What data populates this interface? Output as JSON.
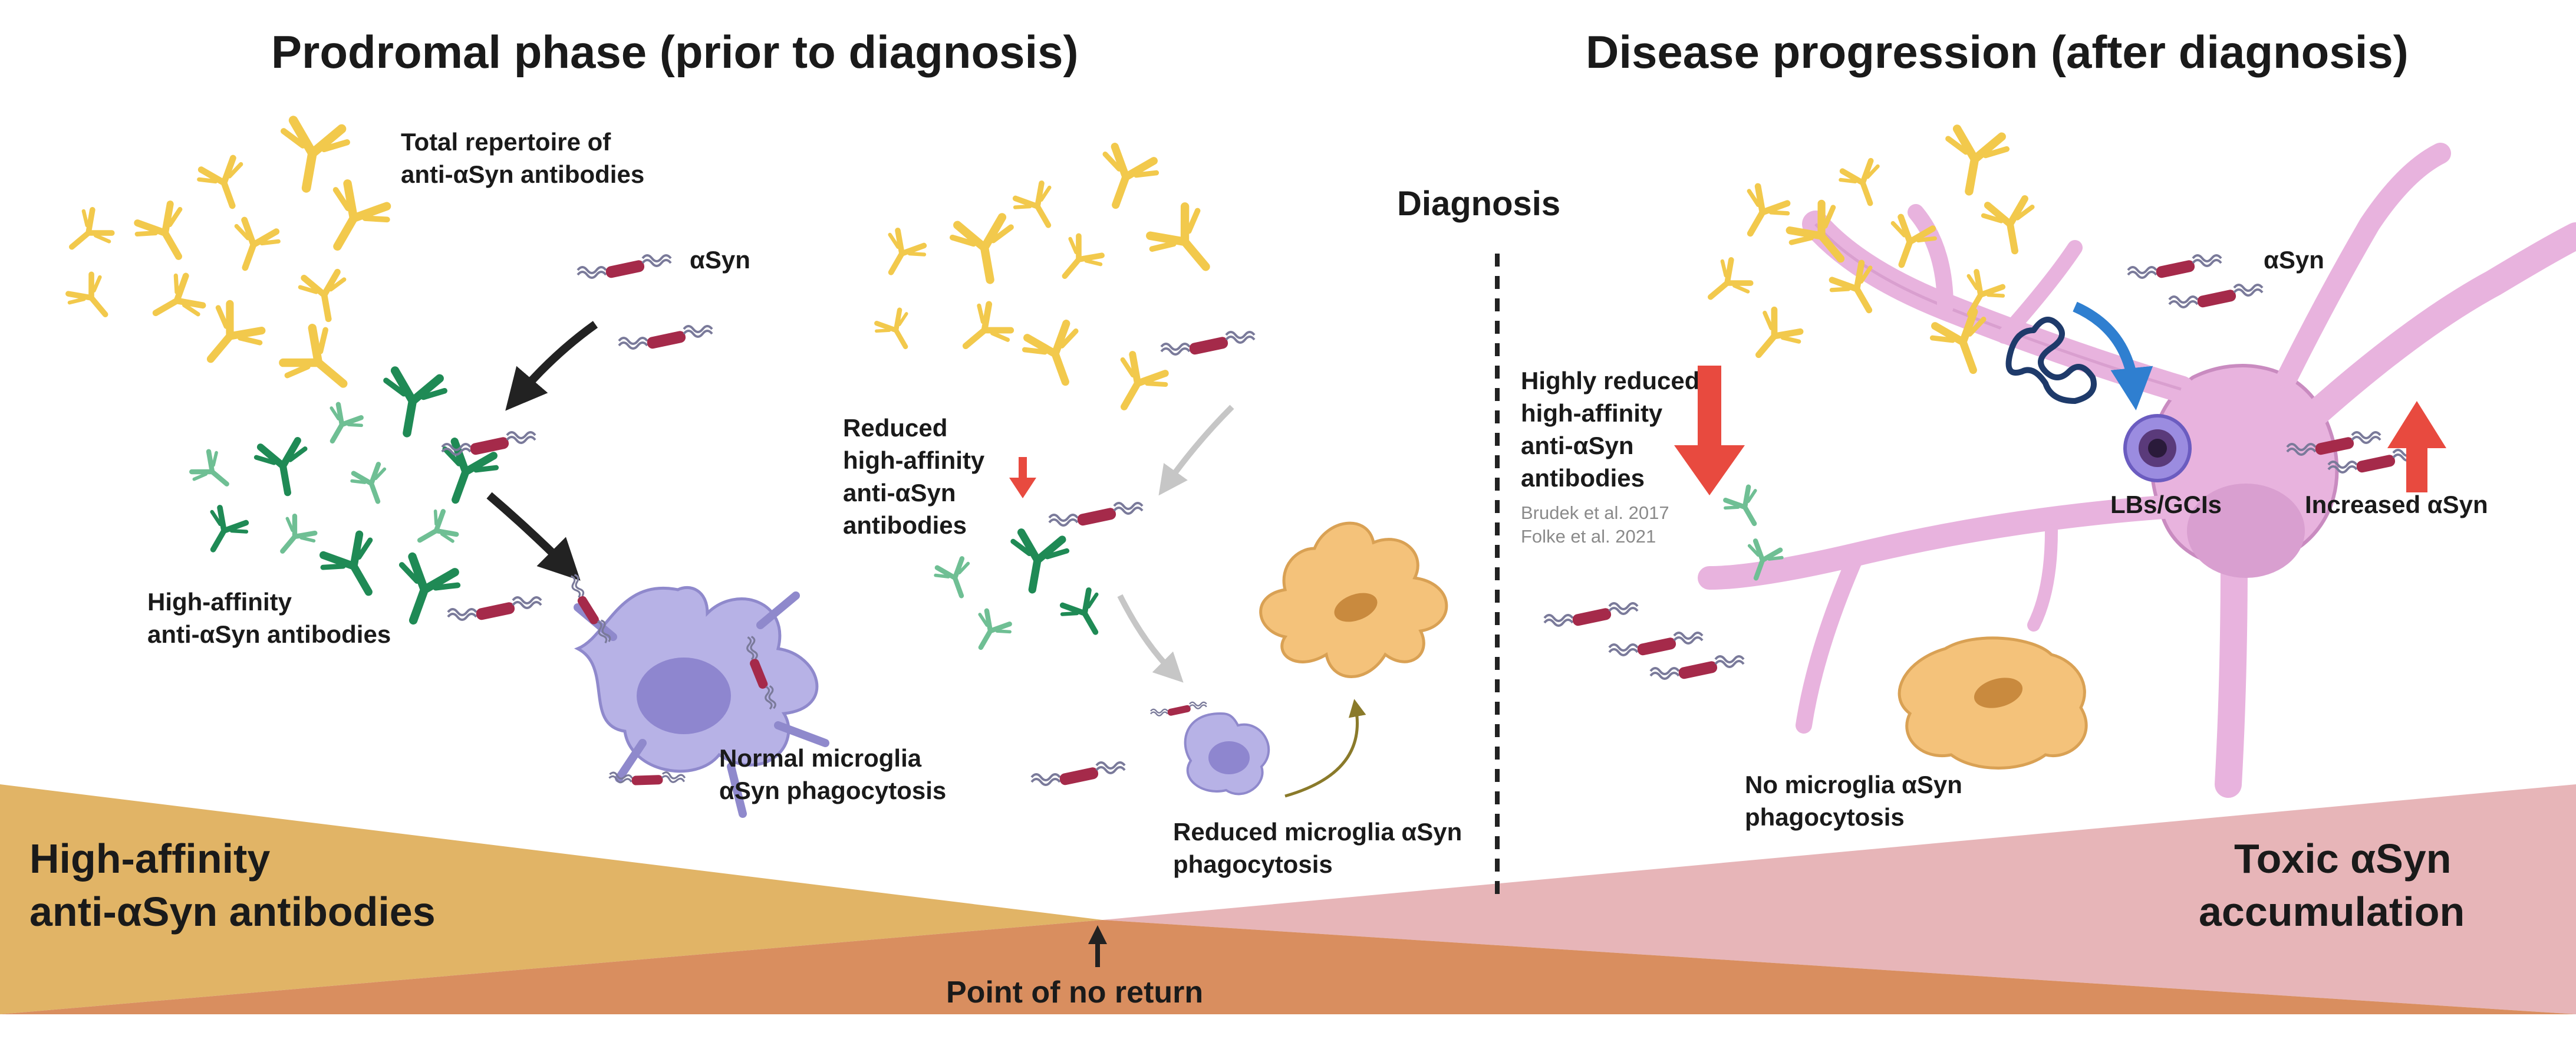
{
  "titles": {
    "prodromal": "Prodromal phase (prior to diagnosis)",
    "progression": "Disease progression (after diagnosis)"
  },
  "diagnosis": "Diagnosis",
  "labels": {
    "total_repertoire": [
      "Total repertoire of",
      "anti-αSyn antibodies"
    ],
    "asyn_left": "αSyn",
    "asyn_right": "αSyn",
    "high_affinity": [
      "High-affinity",
      "anti-αSyn antibodies"
    ],
    "normal_microglia": [
      "Normal microglia",
      "αSyn phagocytosis"
    ],
    "reduced_high_affinity": [
      "Reduced",
      "high-affinity",
      "anti-αSyn",
      "antibodies"
    ],
    "reduced_microglia": [
      "Reduced microglia αSyn",
      "phagocytosis"
    ],
    "highly_reduced": [
      "Highly reduced",
      "high-affinity",
      "anti-αSyn",
      "antibodies"
    ],
    "refs": [
      "Brudek et al. 2017",
      "Folke et al. 2021"
    ],
    "lbs_gcis": "LBs/GCIs",
    "increased_asyn": "Increased αSyn",
    "no_microglia": [
      "No microglia αSyn",
      "phagocytosis"
    ],
    "bottom_left": [
      "High-affinity",
      "anti-αSyn antibodies"
    ],
    "bottom_right": [
      "Toxic αSyn",
      "accumulation"
    ],
    "point_of_no_return": "Point of no return"
  },
  "colors": {
    "gold_antibody": "#f2c94c",
    "green_antibody": "#1f8a55",
    "light_green_antibody": "#6fbf94",
    "asyn_bead": "#a52a4a",
    "microglia": "#b7b2e6",
    "astrocyte": "#f4c27a",
    "neuron": "#e8b3de",
    "wedge_left": "#e1b466",
    "wedge_bottom": "#d98e5f",
    "wedge_right": "#e7b5b8",
    "arrow_red": "#e84a3f",
    "arrow_blue": "#2f7fd0"
  }
}
